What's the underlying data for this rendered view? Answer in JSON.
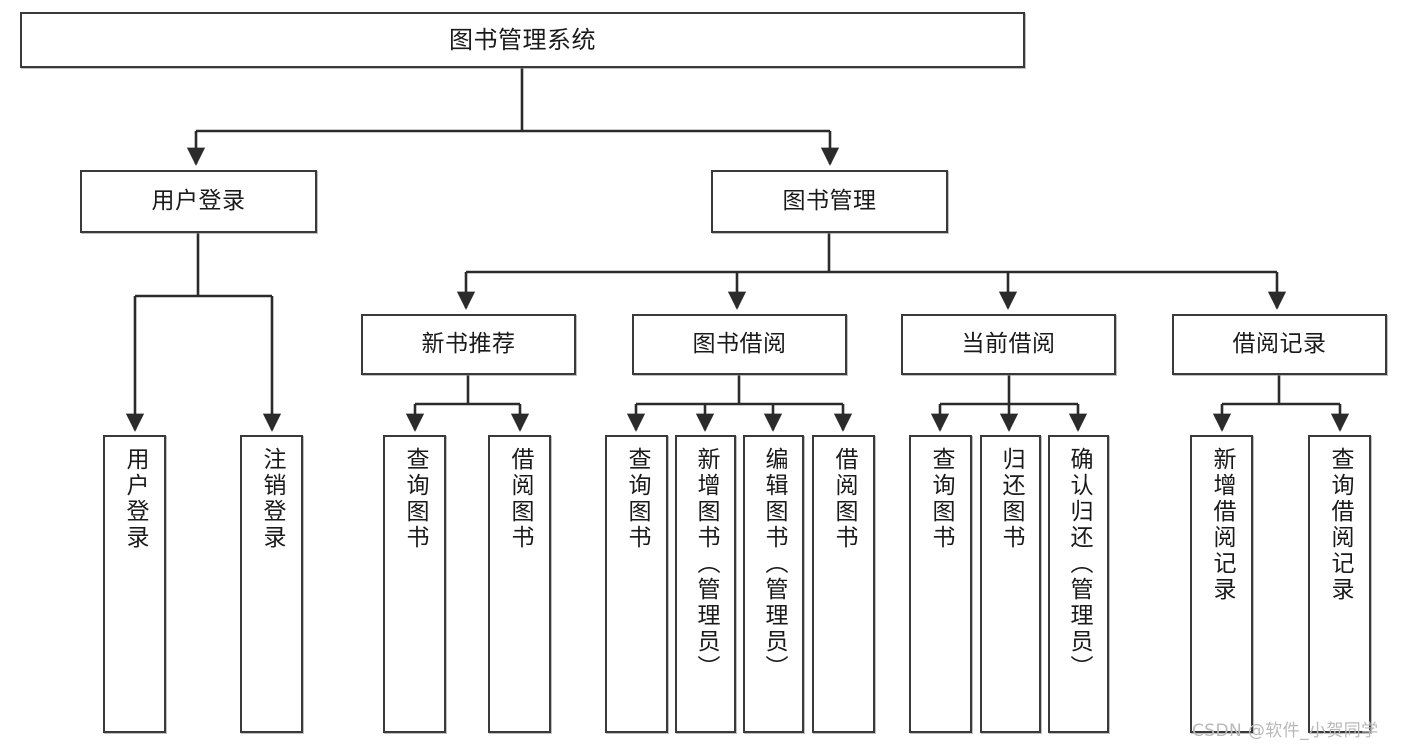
{
  "diagram": {
    "title": "图书管理系统",
    "type": "tree-hierarchy-diagram",
    "watermark": "CSDN @软件_小贺同学",
    "colors": {
      "box_border": "#3a3a3a",
      "box_fill": "#ffffff",
      "connector": "#2b2b2b",
      "text": "#1a1a1a",
      "watermark": "#b9b9b9"
    },
    "nodes": {
      "root": {
        "label": "图书管理系统"
      },
      "level2": [
        {
          "id": "user-login",
          "label": "用户登录"
        },
        {
          "id": "book-management",
          "label": "图书管理"
        }
      ],
      "level3": [
        {
          "id": "new-book-recommend",
          "label": "新书推荐"
        },
        {
          "id": "book-borrow",
          "label": "图书借阅"
        },
        {
          "id": "current-borrow",
          "label": "当前借阅"
        },
        {
          "id": "borrow-record",
          "label": "借阅记录"
        }
      ],
      "leaves": {
        "user-login": [
          {
            "id": "leaf-user-login",
            "label": "用户登录"
          },
          {
            "id": "leaf-logout-login",
            "label": "注销登录"
          }
        ],
        "new-book-recommend": [
          {
            "id": "leaf-query-book-1",
            "label": "查询图书"
          },
          {
            "id": "leaf-borrow-book-1",
            "label": "借阅图书"
          }
        ],
        "book-borrow": [
          {
            "id": "leaf-query-book-2",
            "label": "查询图书"
          },
          {
            "id": "leaf-add-book-admin",
            "label": "新增图书（管理员）"
          },
          {
            "id": "leaf-edit-book-admin",
            "label": "编辑图书（管理员）"
          },
          {
            "id": "leaf-borrow-book-2",
            "label": "借阅图书"
          }
        ],
        "current-borrow": [
          {
            "id": "leaf-query-book-3",
            "label": "查询图书"
          },
          {
            "id": "leaf-return-book",
            "label": "归还图书"
          },
          {
            "id": "leaf-confirm-return-admin",
            "label": "确认归还（管理员）"
          }
        ],
        "borrow-record": [
          {
            "id": "leaf-add-borrow-record",
            "label": "新增借阅记录"
          },
          {
            "id": "leaf-query-borrow-record",
            "label": "查询借阅记录"
          }
        ]
      }
    }
  }
}
